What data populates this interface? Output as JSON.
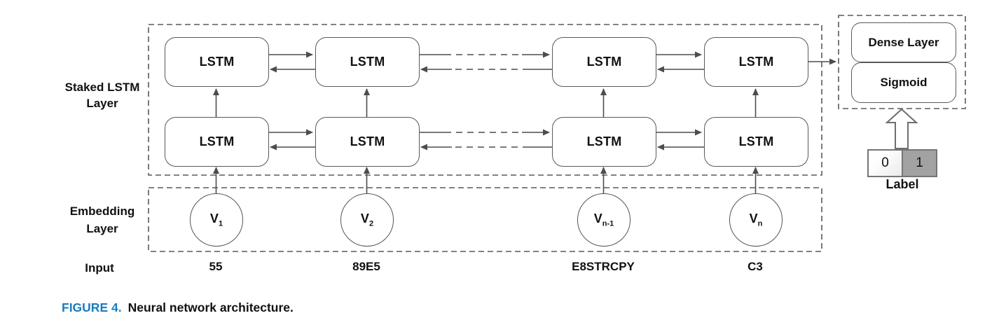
{
  "figure": {
    "caption_label": "FIGURE 4.",
    "caption_text": "Neural network architecture."
  },
  "labels": {
    "stacked_line1": "Staked LSTM",
    "stacked_line2": "Layer",
    "embedding_line1": "Embedding",
    "embedding_line2": "Layer",
    "input": "Input",
    "label_caption": "Label"
  },
  "nodes": {
    "lstm": "LSTM",
    "dense": "Dense Layer",
    "sigmoid": "Sigmoid"
  },
  "embedding_nodes": [
    {
      "base": "V",
      "sub": "1"
    },
    {
      "base": "V",
      "sub": "2"
    },
    {
      "base": "V",
      "sub": "n-1"
    },
    {
      "base": "V",
      "sub": "n"
    }
  ],
  "inputs": [
    "55",
    "89E5",
    "E8STRCPY",
    "C3"
  ],
  "label_values": [
    "0",
    "1"
  ],
  "colors": {
    "figure_label_blue": "#1a7bbf",
    "line_gray": "#4d4d4d",
    "box_border_gray": "#595959",
    "label_cell_gray": "#a2a2a2",
    "text_black": "#111111"
  }
}
